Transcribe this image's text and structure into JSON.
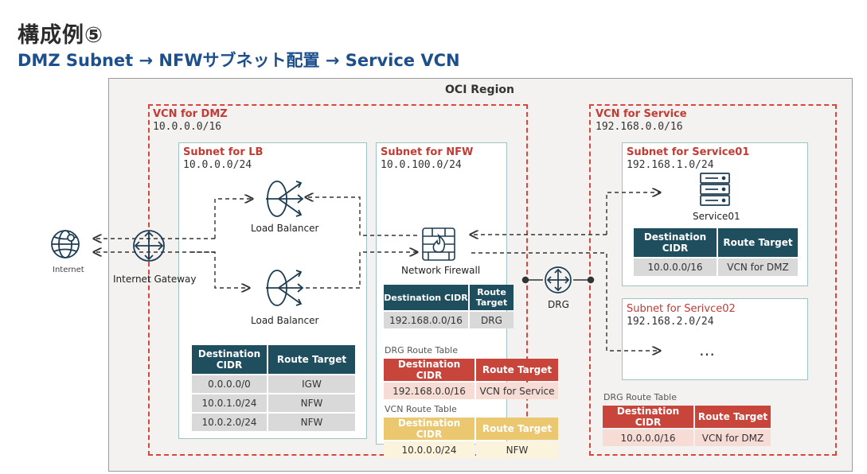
{
  "title": "構成例⑤",
  "subtitle": "DMZ Subnet → NFWサブネット配置 → Service VCN",
  "region_label": "OCI Region",
  "vcn_dmz": {
    "title": "VCN for DMZ",
    "cidr": "10.0.0.0/16"
  },
  "vcn_service": {
    "title": "VCN for Service",
    "cidr": "192.168.0.0/16"
  },
  "subnet_lb": {
    "title": "Subnet for LB",
    "cidr": "10.0.0.0/24",
    "table": {
      "headers": [
        "Destination CIDR",
        "Route Target"
      ],
      "rows": [
        [
          "0.0.0.0/0",
          "IGW"
        ],
        [
          "10.0.1.0/24",
          "NFW"
        ],
        [
          "10.0.2.0/24",
          "NFW"
        ]
      ]
    }
  },
  "subnet_nfw": {
    "title": "Subnet for NFW",
    "cidr": "10.0.100.0/24",
    "table": {
      "headers": [
        "Destination CIDR",
        "Route Target"
      ],
      "rows": [
        [
          "192.168.0.0/16",
          "DRG"
        ]
      ]
    }
  },
  "drg_route_table_dmz": {
    "label": "DRG Route Table",
    "headers": [
      "Destination CIDR",
      "Route Target"
    ],
    "rows": [
      [
        "192.168.0.0/16",
        "VCN for Service"
      ]
    ]
  },
  "vcn_route_table": {
    "label": "VCN Route Table",
    "headers": [
      "Destination CIDR",
      "Route Target"
    ],
    "rows": [
      [
        "10.0.0.0/24",
        "NFW"
      ]
    ]
  },
  "subnet_service01": {
    "title": "Subnet for Service01",
    "cidr": "192.168.1.0/24",
    "service_label": "Service01",
    "table": {
      "headers": [
        "Destination CIDR",
        "Route Target"
      ],
      "rows": [
        [
          "10.0.0.0/16",
          "VCN for DMZ"
        ]
      ]
    }
  },
  "subnet_service02": {
    "title": "Subnet for Serivce02",
    "cidr": "192.168.2.0/24",
    "ellipsis": "…"
  },
  "drg_route_table_service": {
    "label": "DRG Route Table",
    "headers": [
      "Destination CIDR",
      "Route Target"
    ],
    "rows": [
      [
        "10.0.0.0/16",
        "VCN for DMZ"
      ]
    ]
  },
  "labels": {
    "internet": "Internet",
    "internet_gateway": "Internet Gateway",
    "load_balancer_1": "Load Balancer",
    "load_balancer_2": "Load Balancer",
    "network_firewall": "Network Firewall",
    "drg": "DRG"
  },
  "colors": {
    "vcn_border": "#d9463e",
    "subnet_border": "#9fc3c3",
    "table_header_teal": "#1f4e5f",
    "table_header_red": "#c8453c",
    "table_header_gold": "#ebc770",
    "subtitle_blue": "#1d4f8c"
  },
  "icons": [
    "internet-icon",
    "internet-gateway-icon",
    "load-balancer-icon",
    "network-firewall-icon",
    "drg-icon",
    "server-icon"
  ]
}
